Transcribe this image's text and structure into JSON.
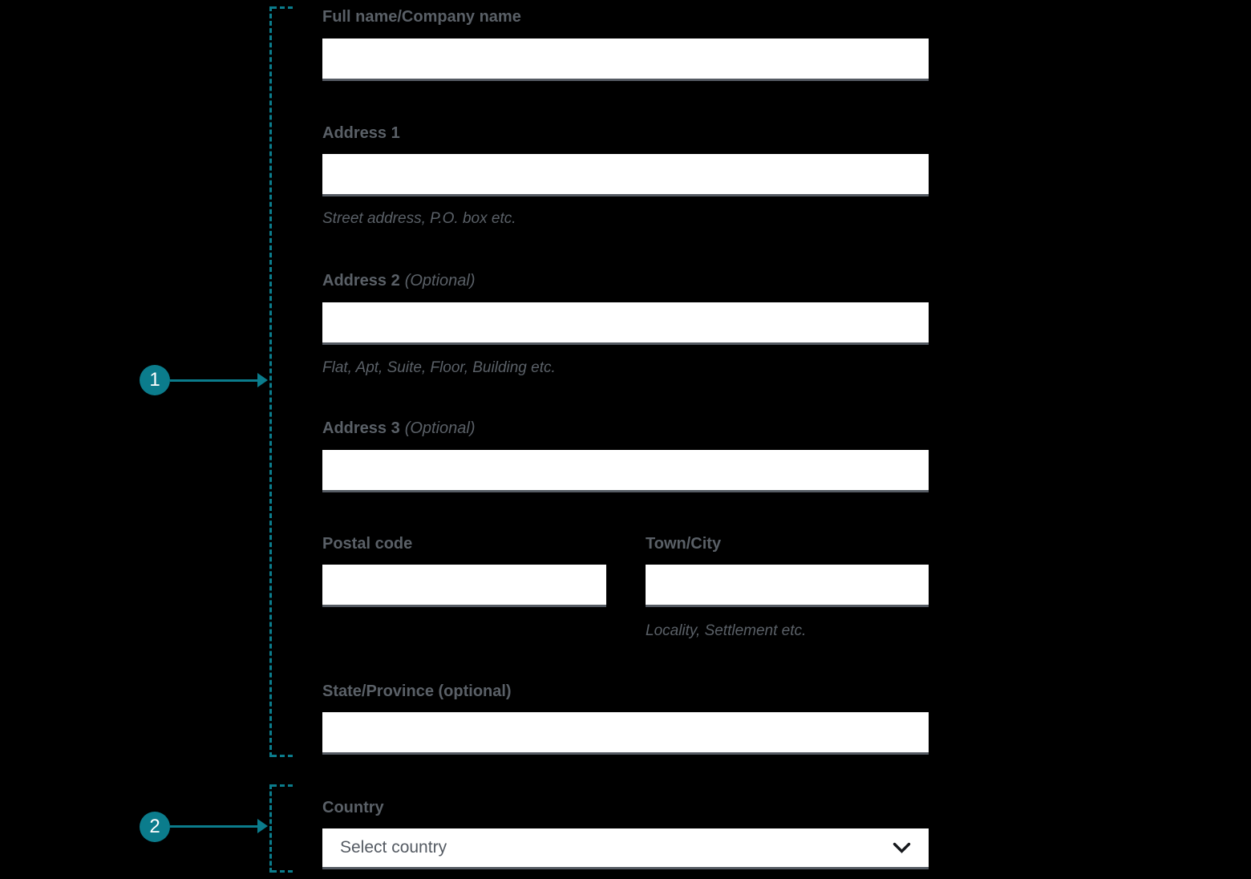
{
  "callouts": {
    "one": {
      "number": "1"
    },
    "two": {
      "number": "2"
    }
  },
  "form": {
    "full_name": {
      "label": "Full name/Company name",
      "value": ""
    },
    "address1": {
      "label": "Address 1",
      "helper": "Street address, P.O. box etc.",
      "value": ""
    },
    "address2": {
      "label": "Address 2",
      "optional": "(Optional)",
      "helper": "Flat, Apt, Suite, Floor, Building etc.",
      "value": ""
    },
    "address3": {
      "label": "Address 3",
      "optional": "(Optional)",
      "value": ""
    },
    "postal_code": {
      "label": "Postal code",
      "value": ""
    },
    "town_city": {
      "label": "Town/City",
      "helper": "Locality, Settlement etc.",
      "value": ""
    },
    "state_province": {
      "label": "State/Province (optional)",
      "value": ""
    },
    "country": {
      "label": "Country",
      "placeholder": "Select country"
    }
  },
  "colors": {
    "accent_teal": "#0b7c8c",
    "label_text": "#5a6067",
    "input_bottom_border": "#555b63",
    "background": "#000000",
    "chevron": "#16181c"
  }
}
